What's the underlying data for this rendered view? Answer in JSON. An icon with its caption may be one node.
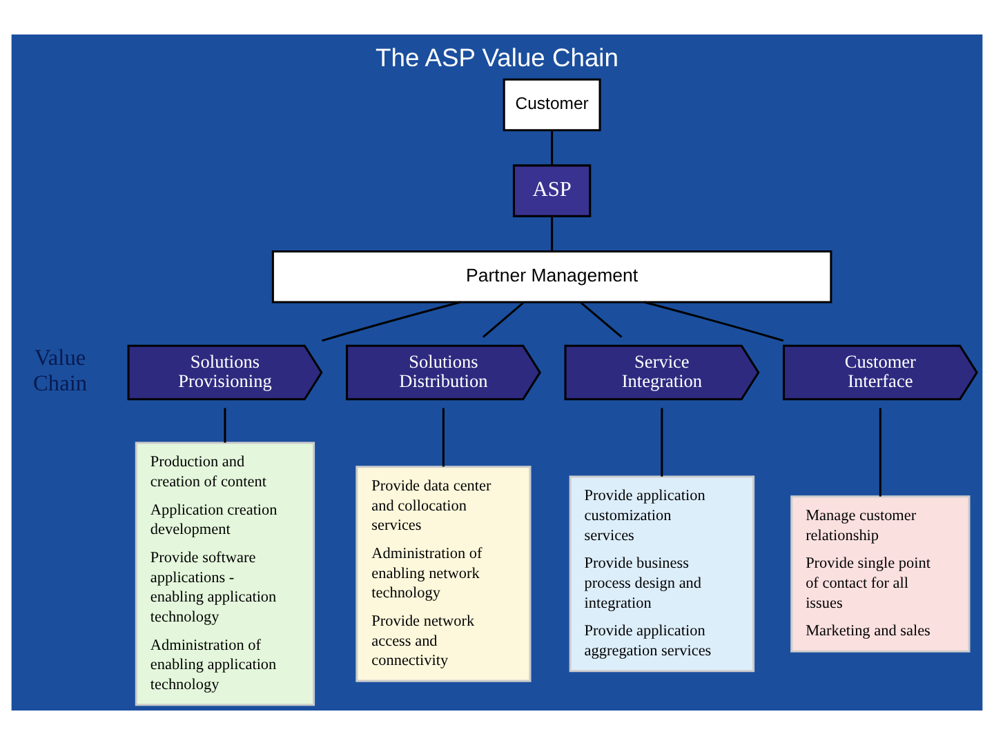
{
  "diagram": {
    "title": "The ASP Value Chain",
    "nodes": [
      {
        "text": [
          "Customer"
        ]
      },
      {
        "text": [
          "ASP"
        ]
      },
      {
        "text": [
          "Partner Management"
        ]
      },
      {
        "text": [
          "Solutions Provisioning"
        ]
      },
      {
        "text": [
          "Solutions Distribution"
        ]
      },
      {
        "text": [
          "Service Integration"
        ]
      },
      {
        "text": [
          "Customer Interface"
        ]
      },
      {
        "text": [
          "Production and creation of content",
          "Application creation development",
          "Provide software applications - enabling application technology",
          "Administration of enabling application technology"
        ]
      },
      {
        "text": [
          "Provide data center and collocation services",
          "Administration of enabling network technology",
          "Provide network access and connectivity"
        ]
      },
      {
        "text": [
          "Provide application customization services",
          "Provide business process design and integration",
          "Provide application aggregation services"
        ]
      },
      {
        "text": [
          "Manage customer relationship",
          "Provide single point of contact for all issues",
          "Marketing and sales"
        ]
      }
    ],
    "edges": [
      {
        "from": 0,
        "to": 1,
        "arrow": "none"
      },
      {
        "from": 1,
        "to": 2,
        "arrow": "none"
      },
      {
        "from": 2,
        "to": 3,
        "arrow": "none"
      },
      {
        "from": 2,
        "to": 4,
        "arrow": "none"
      },
      {
        "from": 2,
        "to": 5,
        "arrow": "none"
      },
      {
        "from": 2,
        "to": 6,
        "arrow": "none"
      },
      {
        "from": 3,
        "to": 7,
        "arrow": "none"
      },
      {
        "from": 4,
        "to": 8,
        "arrow": "none"
      },
      {
        "from": 5,
        "to": 9,
        "arrow": "none"
      },
      {
        "from": 6,
        "to": 10,
        "arrow": "none"
      }
    ],
    "labels": [
      "Value Chain"
    ]
  }
}
